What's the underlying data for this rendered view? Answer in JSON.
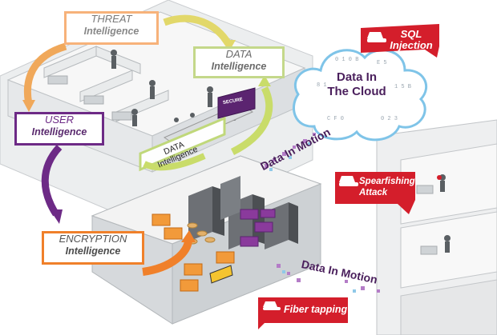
{
  "labels": {
    "threat": {
      "line1": "THREAT",
      "line2": "Intelligence"
    },
    "data": {
      "line1": "DATA",
      "line2": "Intelligence"
    },
    "user": {
      "line1": "USER",
      "line2": "Intelligence"
    },
    "encryption": {
      "line1": "ENCRYPTION",
      "line2": "Intelligence"
    },
    "wall": {
      "line1": "DATA",
      "line2": "Intelligence"
    },
    "screen": "SECURE"
  },
  "cloud": {
    "line1": "Data In",
    "line2": "The Cloud"
  },
  "threats": {
    "sql": {
      "line1": "SQL",
      "line2": "Injection"
    },
    "spear": {
      "line1": "Spearfishing",
      "line2": "Attack"
    },
    "fiber": "Fiber tapping"
  },
  "flows": {
    "motion_top": "Data In Motion",
    "motion_bottom": "Data In Motion"
  },
  "colors": {
    "threat_border": "#f7b27a",
    "data_border": "#c4d88a",
    "user_border": "#6d2a86",
    "encryption_border": "#f0802a",
    "threat_tag": "#d41e2b",
    "motion_text": "#4a1f5c"
  }
}
